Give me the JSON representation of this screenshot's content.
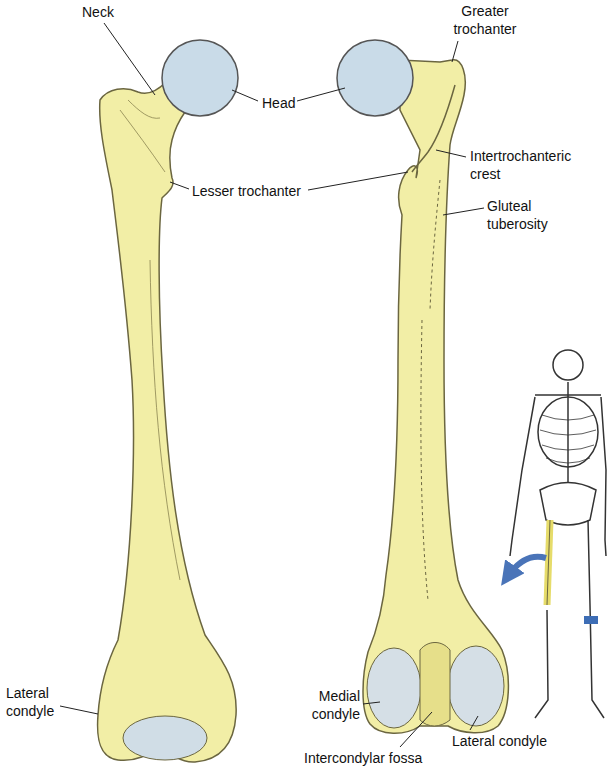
{
  "diagram": {
    "labels": [
      "Neck",
      "Greater trochanter",
      "Head",
      "Lesser trochanter",
      "Intertrochanteric crest",
      "Gluteal tuberosity",
      "Lateral condyle",
      "Medial condyle",
      "Intercondylar fossa",
      "Lateral condyle"
    ]
  }
}
